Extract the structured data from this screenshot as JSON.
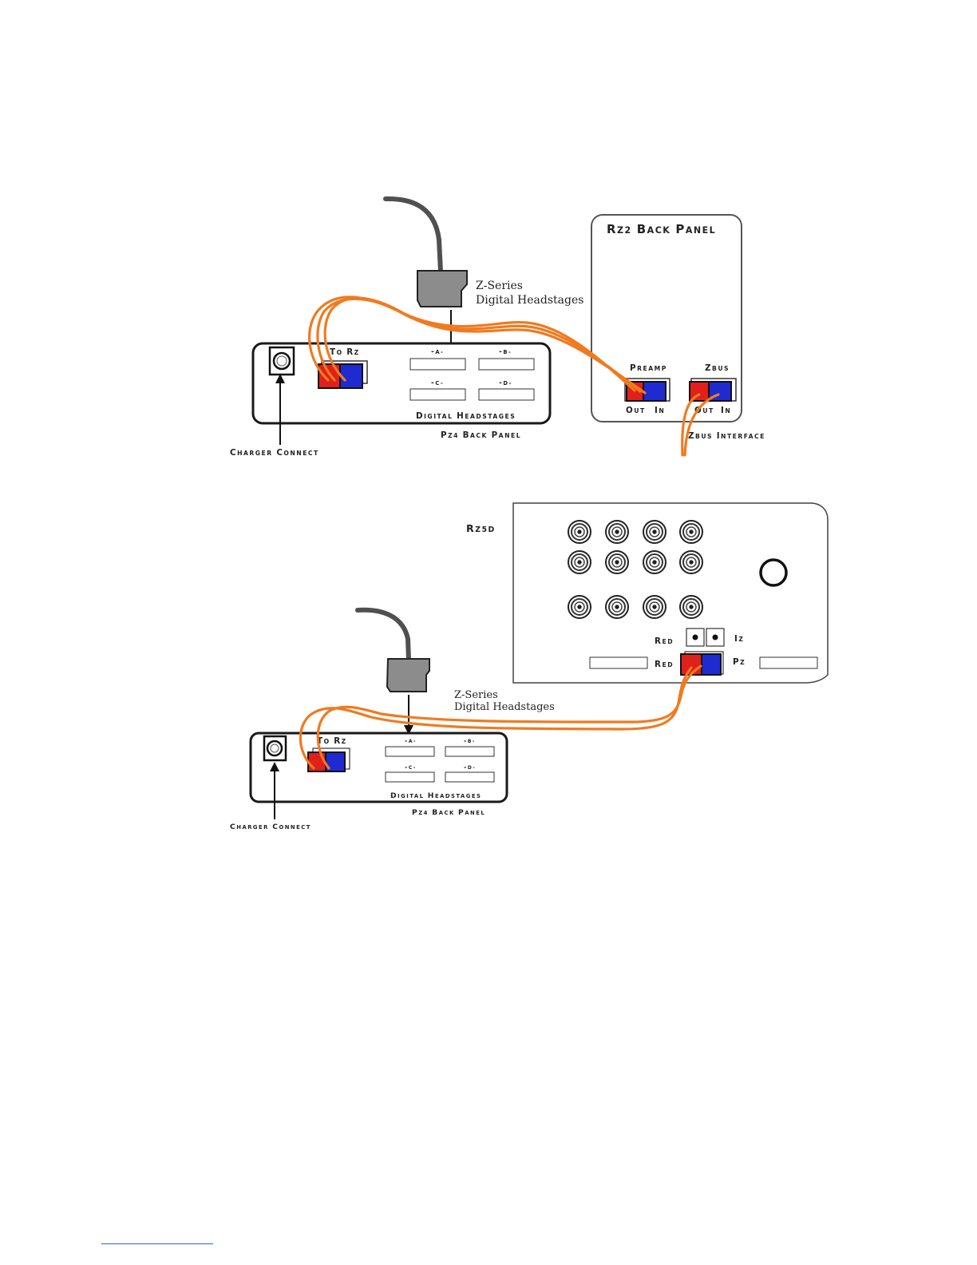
{
  "colors": {
    "fiber": "#f07a20",
    "port_red": "#e0201a",
    "port_blue": "#1f2bd0",
    "headstage_gray": "#8c8c8c",
    "outline": "#2a2a2a"
  },
  "top_diagram": {
    "rz2": {
      "title": "RZ2 Back Panel",
      "preamp_label": "PreAmp",
      "zbus_label": "Zbus",
      "preamp_out": "Out",
      "preamp_in": "In",
      "zbus_out": "Out",
      "zbus_in": "In",
      "zbus_interface": "Zbus Interface"
    },
    "headstage": {
      "line1": "Z-Series",
      "line2": "Digital Headstages"
    },
    "pz4": {
      "to_rz": "To RZ",
      "port_a": "-A-",
      "port_b": "-B-",
      "port_c": "-C-",
      "port_d": "-D-",
      "section_label": "Digital Headstages",
      "panel_label": "PZ4 Back Panel"
    },
    "charger_connect": "Charger Connect"
  },
  "bottom_diagram": {
    "rz5d": {
      "title": "RZ5D",
      "red_top": "Red",
      "iz": "IZ",
      "red_bottom": "Red",
      "pz": "PZ"
    },
    "headstage": {
      "line1": "Z-Series",
      "line2": "Digital Headstages"
    },
    "pz4": {
      "to_rz": "To RZ",
      "port_a": "-A-",
      "port_b": "-B-",
      "port_c": "-C-",
      "port_d": "-D-",
      "section_label": "Digital Headstages",
      "panel_label": "PZ4 Back Panel"
    },
    "charger_connect": "Charger Connect"
  }
}
